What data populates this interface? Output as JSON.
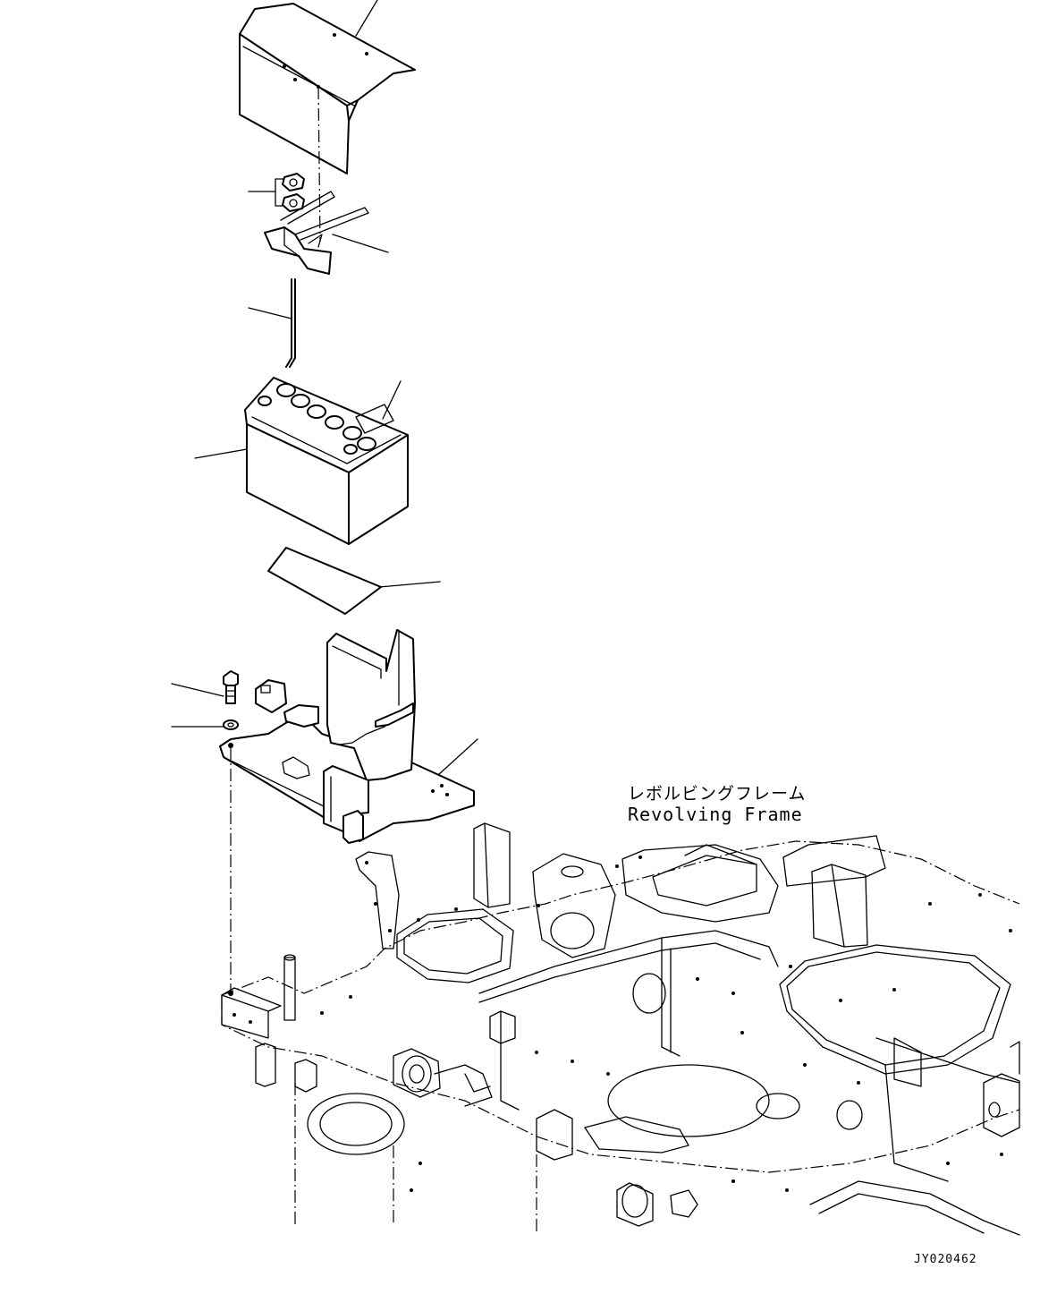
{
  "labels": {
    "frame_jp": "レボルビングフレーム",
    "frame_en": "Revolving Frame"
  },
  "drawing_code": "JY020462",
  "parts": [
    {
      "name": "battery-cover"
    },
    {
      "name": "nuts"
    },
    {
      "name": "battery-clamp-bracket"
    },
    {
      "name": "hook-bolt"
    },
    {
      "name": "battery"
    },
    {
      "name": "battery-mat"
    },
    {
      "name": "battery-bracket"
    },
    {
      "name": "bolt"
    },
    {
      "name": "washer"
    },
    {
      "name": "revolving-frame"
    }
  ]
}
